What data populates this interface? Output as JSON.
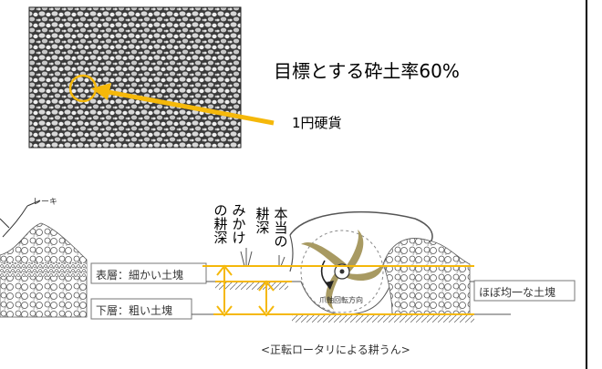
{
  "photo": {
    "title": "目標とする砕土率60%",
    "coin_label": "1円硬貨"
  },
  "diagram": {
    "rake_label": "レーキ",
    "upper_layer": "表層：細かい土塊",
    "lower_layer": "下層：粗い土塊",
    "uniform_clods": "ほぼ均一な土塊",
    "rotor_label": "爪軸回転方向",
    "apparent_depth": [
      "み",
      "か",
      "け",
      "の",
      "耕",
      "深"
    ],
    "apparent_depth_col2": [
      "の",
      "耕",
      "深"
    ],
    "true_depth": [
      "本",
      "当",
      "の"
    ],
    "true_depth_col2": [
      "耕",
      "深"
    ],
    "caption": "<正転ロータリによる耕うん>"
  },
  "colors": {
    "accent": "#f5b80a",
    "tine": "#a89a62",
    "line": "#333333"
  }
}
